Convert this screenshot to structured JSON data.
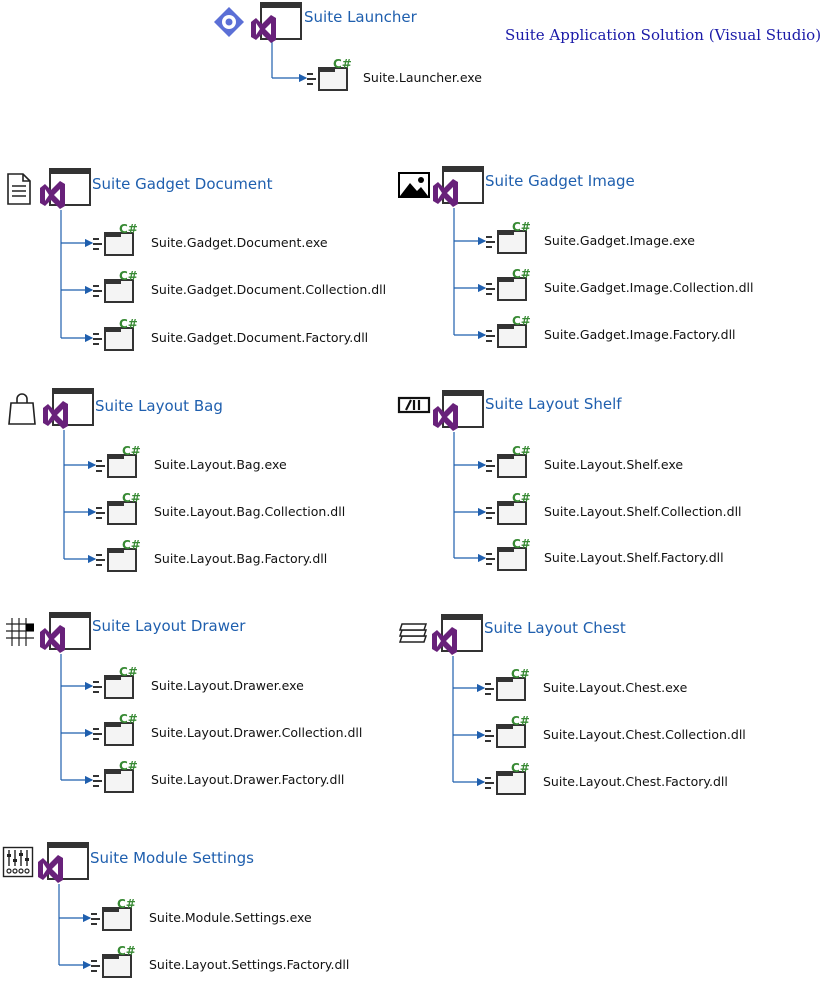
{
  "header": {
    "solution_title": "Suite Application Solution (Visual Studio)"
  },
  "launcher": {
    "title": "Suite Launcher",
    "icon": "launcher-diamond-icon",
    "items": [
      "Suite.Launcher.exe"
    ]
  },
  "groups": [
    {
      "title": "Suite Gadget Document",
      "icon": "document-icon",
      "items": [
        "Suite.Gadget.Document.exe",
        "Suite.Gadget.Document.Collection.dll",
        "Suite.Gadget.Document.Factory.dll"
      ]
    },
    {
      "title": "Suite Gadget Image",
      "icon": "image-icon",
      "items": [
        "Suite.Gadget.Image.exe",
        "Suite.Gadget.Image.Collection.dll",
        "Suite.Gadget.Image.Factory.dll"
      ]
    },
    {
      "title": "Suite Layout Bag",
      "icon": "bag-icon",
      "items": [
        "Suite.Layout.Bag.exe",
        "Suite.Layout.Bag.Collection.dll",
        "Suite.Layout.Bag.Factory.dll"
      ]
    },
    {
      "title": "Suite Layout Shelf",
      "icon": "shelf-icon",
      "items": [
        "Suite.Layout.Shelf.exe",
        "Suite.Layout.Shelf.Collection.dll",
        "Suite.Layout.Shelf.Factory.dll"
      ]
    },
    {
      "title": "Suite Layout Drawer",
      "icon": "grid-drawer-icon",
      "items": [
        "Suite.Layout.Drawer.exe",
        "Suite.Layout.Drawer.Collection.dll",
        "Suite.Layout.Drawer.Factory.dll"
      ]
    },
    {
      "title": "Suite Layout Chest",
      "icon": "stacked-layers-icon",
      "items": [
        "Suite.Layout.Chest.exe",
        "Suite.Layout.Chest.Collection.dll",
        "Suite.Layout.Chest.Factory.dll"
      ]
    },
    {
      "title": "Suite Module Settings",
      "icon": "sliders-icon",
      "items": [
        "Suite.Module.Settings.exe",
        "Suite.Layout.Settings.Factory.dll"
      ]
    }
  ],
  "colors": {
    "title_blue": "#1f5fae",
    "solution_title": "#1a1aa8",
    "connector": "#1f5fae",
    "vs_purple": "#68217a",
    "csharp_green": "#388a34",
    "launcher_diamond": "#5b6fd6"
  }
}
